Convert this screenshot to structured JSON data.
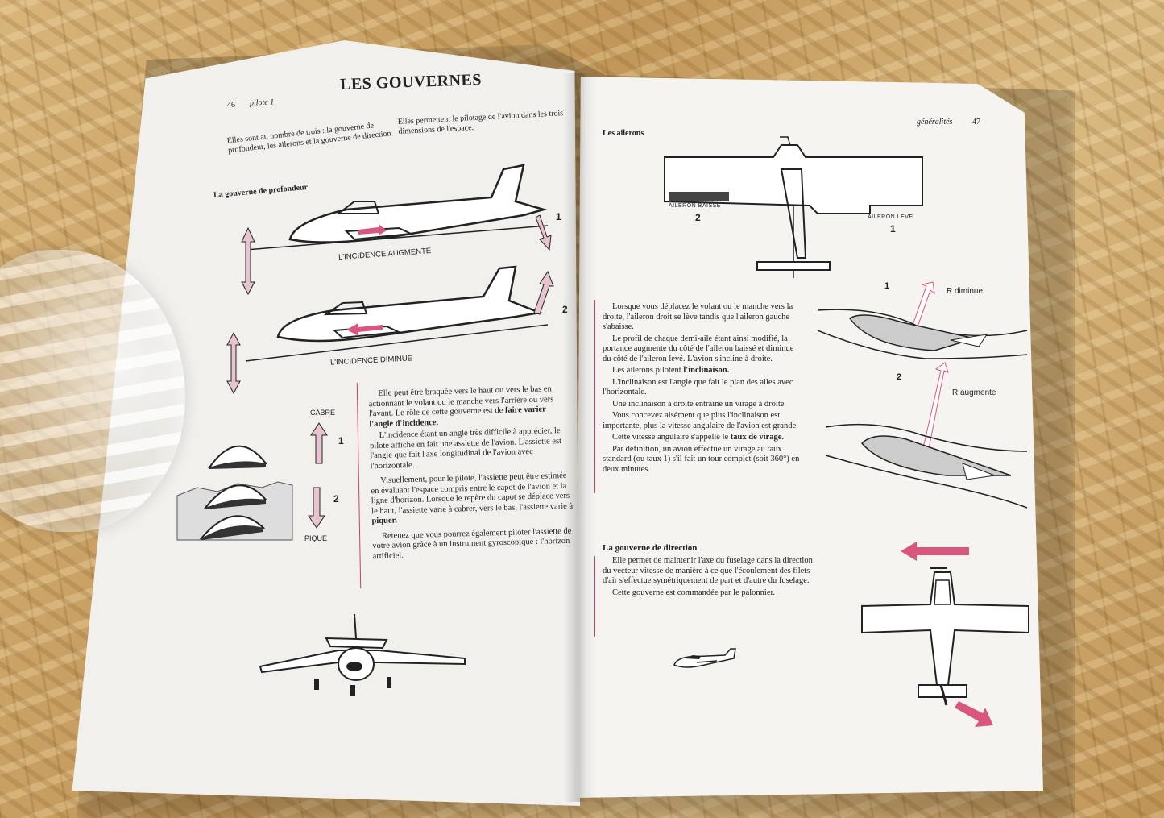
{
  "left_page": {
    "page_number": "46",
    "chapter": "pilote 1",
    "title": "LES GOUVERNES",
    "intro_left": "Elles sont au nombre de trois : la gouverne de profondeur, les ailerons et la gouverne de direction.",
    "intro_right": "Elles permettent le pilotage de l'avion dans les trois dimensions de l'espace.",
    "section_profondeur": "La gouverne de profondeur",
    "label_incidence_augmente": "L'INCIDENCE AUGMENTE",
    "label_incidence_diminue": "L'INCIDENCE DIMINUE",
    "num_1": "1",
    "num_2": "2",
    "label_cabre": "CABRE",
    "label_pique": "PIQUE",
    "para1": "Elle peut être braquée vers le haut ou vers le bas en actionnant le volant ou le manche vers l'arrière ou vers l'avant. Le rôle de cette gouverne est de",
    "para1_bold": "faire varier l'angle d'incidence.",
    "para2": "L'incidence étant un angle très difficile à apprécier, le pilote affiche en fait une assiette de l'avion. L'assiette est l'angle que fait l'axe longitudinal de l'avion avec l'horizontale.",
    "para3": "Visuellement, pour le pilote, l'assiette peut être estimée en évaluant l'espace compris entre le capot de l'avion et la ligne d'horizon. Lorsque le repère du capot se déplace vers le haut, l'assiette varie à cabrer, vers le bas, l'assiette varie à",
    "para3_bold": "piquer.",
    "para4": "Retenez que vous pourrez également piloter l'assiette de votre avion grâce à un instrument gyroscopique : l'horizon artificiel."
  },
  "right_page": {
    "header": "généralités",
    "page_number": "47",
    "section_ailerons": "Les ailerons",
    "label_aileron_baisse": "AILERON BAISSE",
    "label_aileron_leve": "AILERON LEVE",
    "num_1": "1",
    "num_2": "2",
    "label_r_diminue": "R diminue",
    "label_r_augmente": "R augmente",
    "para1": "Lorsque vous déplacez le volant ou le manche vers la droite, l'aileron droit se lève tandis que l'aileron gauche s'abaisse.",
    "para2": "Le profil de chaque demi-aile étant ainsi modifié, la portance augmente du côté de l'aileron baissé et diminue du côté de l'aileron levé. L'avion s'incline à droite.",
    "para3": "Les ailerons pilotent",
    "para3_bold": "l'inclinaison.",
    "para4": "L'inclinaison est l'angle que fait le plan des ailes avec l'horizontale.",
    "para5": "Une inclinaison à droite entraîne un virage à droite.",
    "para6": "Vous concevez aisément que plus l'inclinaison est importante, plus la vitesse angulaire de l'avion est grande.",
    "para7": "Cette vitesse angulaire s'appelle le",
    "para7_bold": "taux de virage.",
    "para8": "Par définition, un avion effectue un virage au taux standard (ou taux 1) s'il fait un tour complet (soit 360°) en deux minutes.",
    "section_direction": "La gouverne de direction",
    "para9": "Elle permet de maintenir l'axe du fuselage dans la direction du vecteur vitesse de manière à ce que l'écoulement des filets d'air s'effectue symétriquement de part et d'autre du fuselage.",
    "para10": "Cette gouverne est commandée par le palonnier."
  },
  "colors": {
    "accent_pink": "#d9567f",
    "arrow_fill": "#e8c3d0"
  }
}
